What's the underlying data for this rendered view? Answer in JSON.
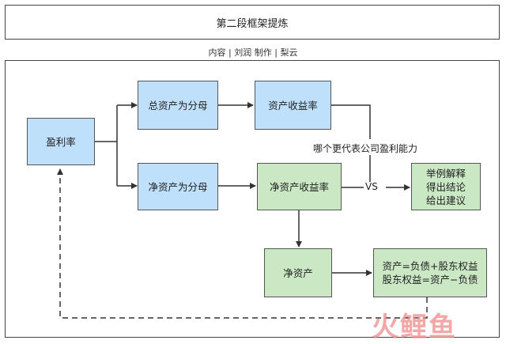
{
  "title": "第二段框架提炼",
  "credit": "内容 | 刘润  制作 | 梨云",
  "nodes": {
    "profit_rate": "盈利率",
    "total_asset_base": "总资产为分母",
    "net_asset_base": "净资产为分母",
    "roa": "资产收益率",
    "roe": "净资产收益率",
    "net_assets": "净资产",
    "conclusion_line1": "举例解释",
    "conclusion_line2": "得出结论",
    "conclusion_line3": "给出建议",
    "formula_line1": "资产=负债+股东权益",
    "formula_line2": "股东权益=资产−负债"
  },
  "labels": {
    "question": "哪个更代表公司盈利能力",
    "vs": "VS"
  },
  "watermark": "火鲤鱼",
  "colors": {
    "blue_node": "#bfe0fb",
    "green_node": "#cbe8c4",
    "watermark": "#f18a8a"
  }
}
